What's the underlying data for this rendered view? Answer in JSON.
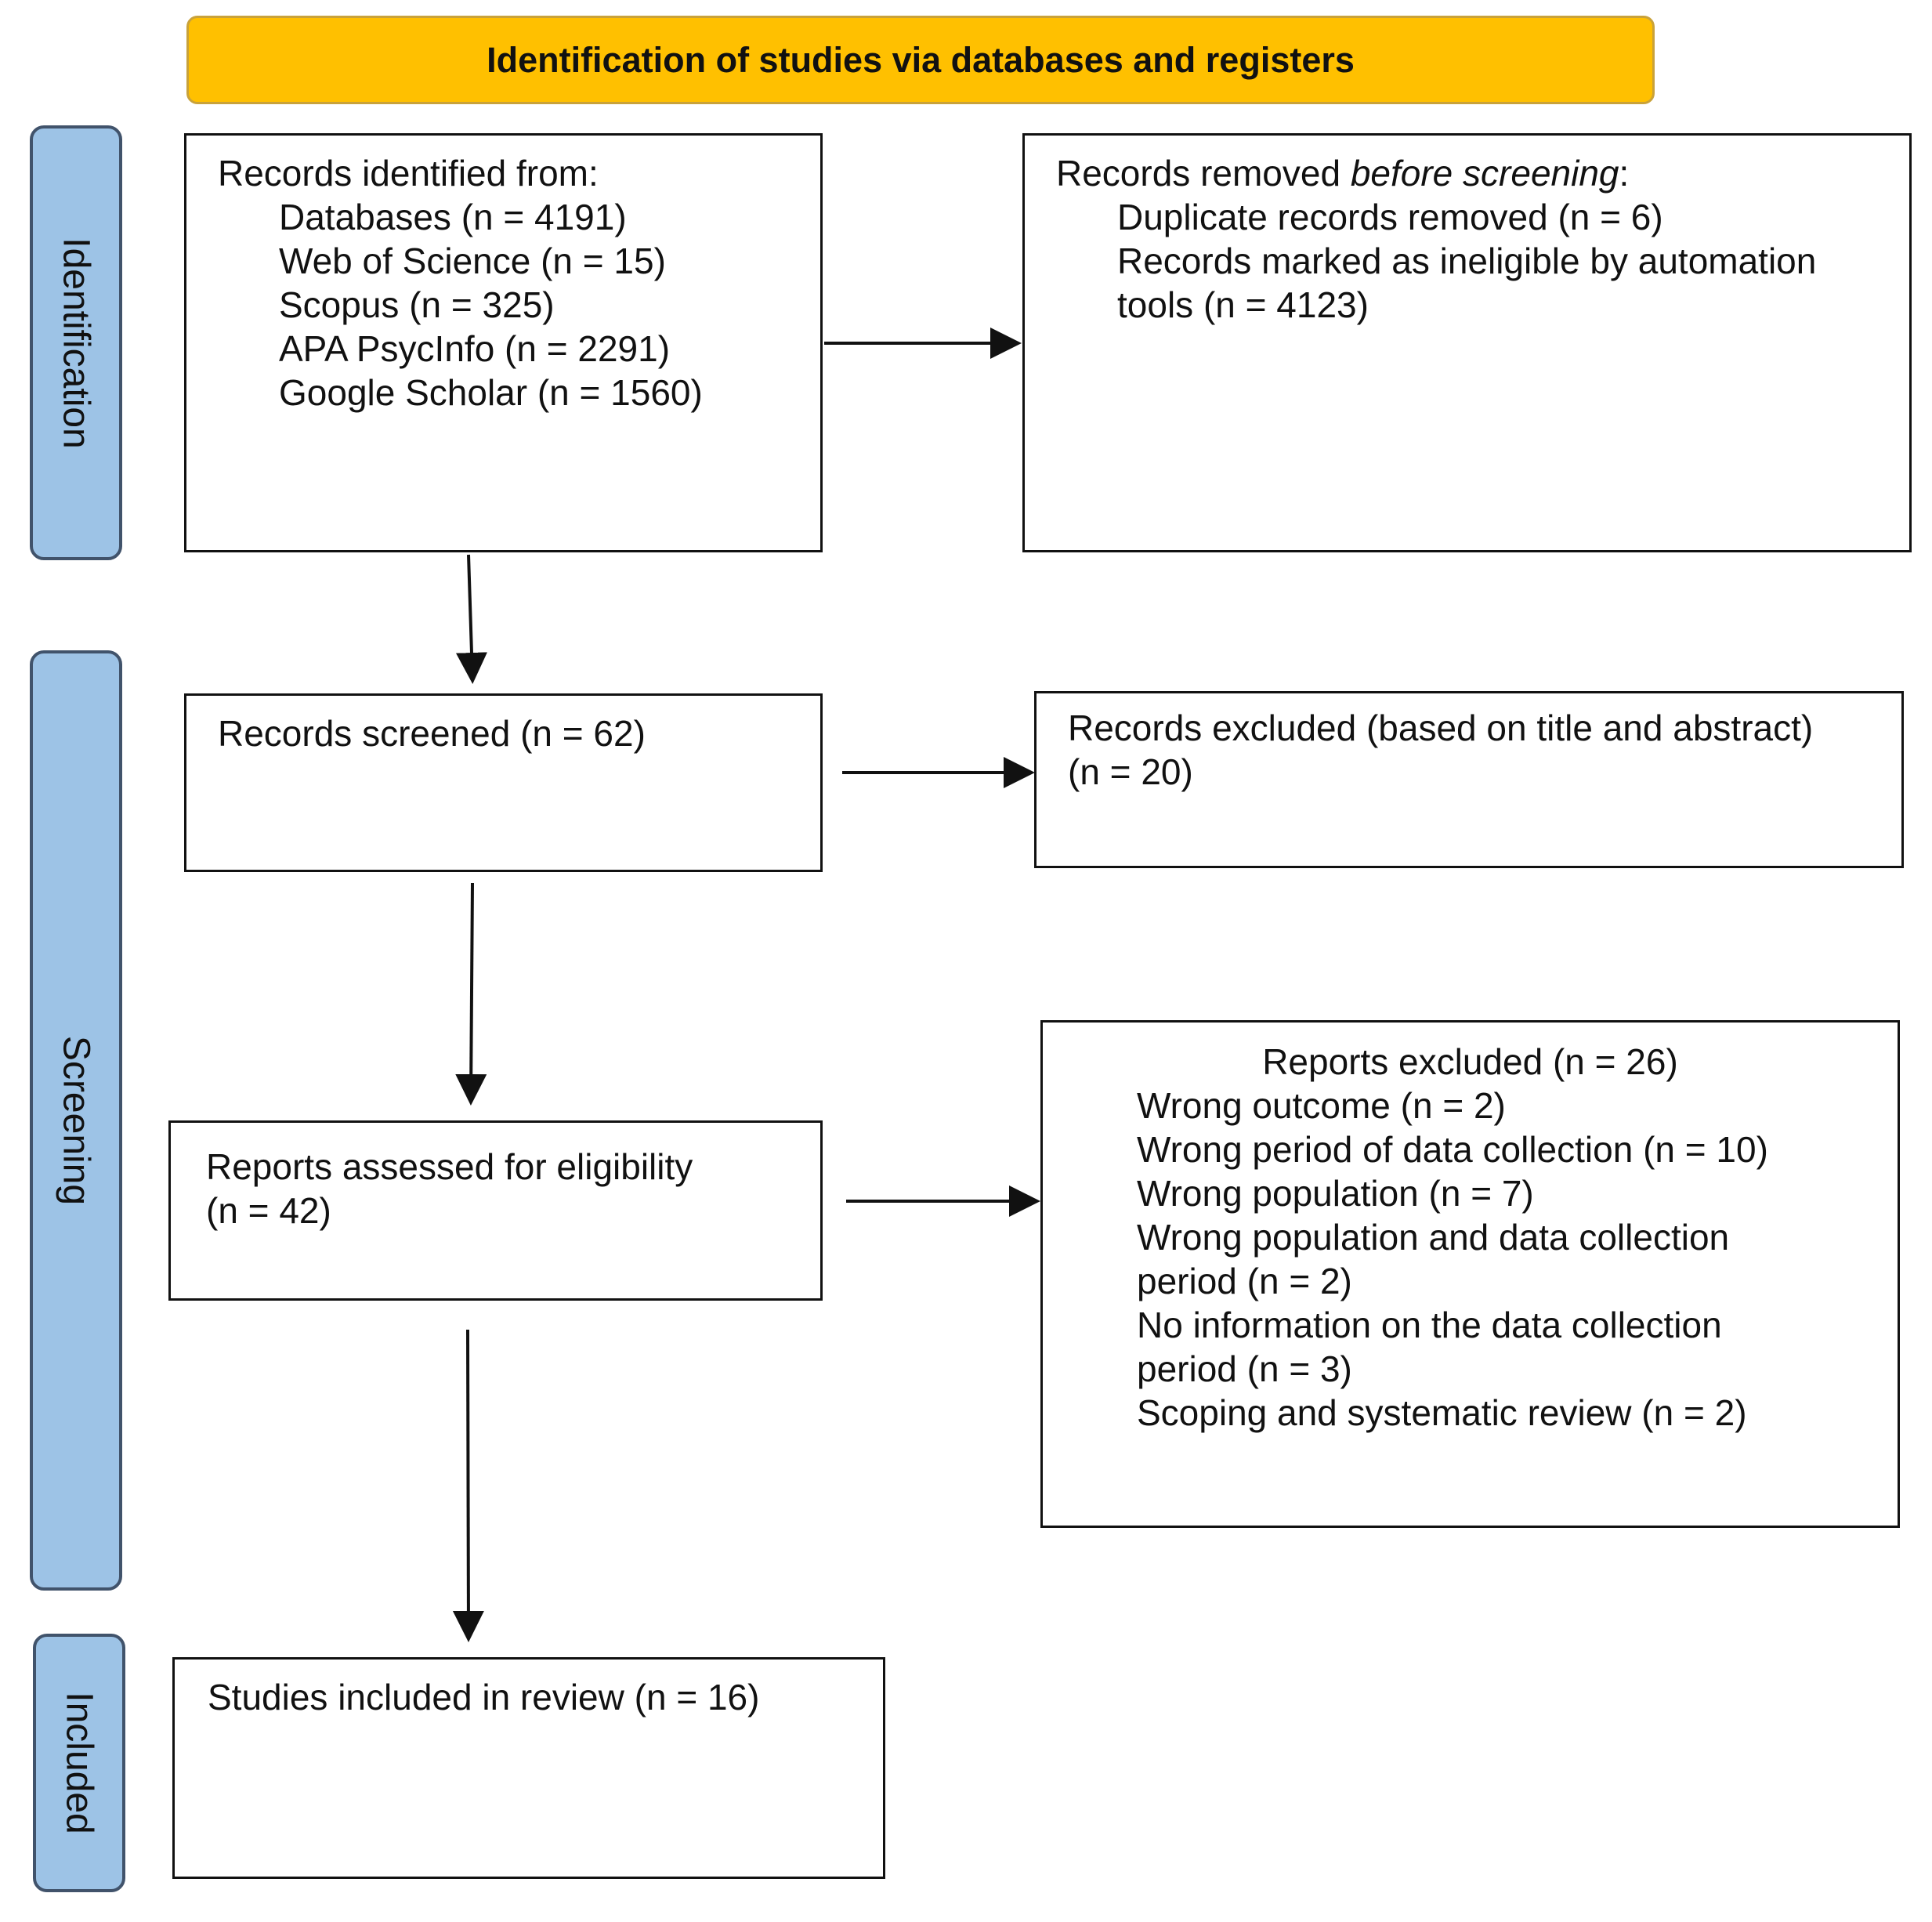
{
  "header": {
    "title": "Identification of studies via databases and registers"
  },
  "phases": {
    "identification": "Identification",
    "screening": "Screening",
    "included": "Included"
  },
  "identified": {
    "heading": "Records identified from:",
    "items": [
      "Databases (n = 4191)",
      "Web of Science (n = 15)",
      "Scopus (n = 325)",
      "APA PsycInfo (n = 2291)",
      "Google Scholar (n = 1560)"
    ]
  },
  "removed": {
    "heading_prefix": "Records removed ",
    "heading_italic": "before screening",
    "heading_suffix": ":",
    "items": [
      "Duplicate records removed (n = 6)",
      "Records marked as ineligible by automation",
      "tools (n = 4123)"
    ]
  },
  "screened": {
    "text": "Records screened (n = 62)"
  },
  "excluded_records": {
    "lines": [
      "Records excluded (based on title and abstract)",
      "(n = 20)"
    ]
  },
  "assessed": {
    "lines": [
      "Reports assessed for eligibility",
      "(n = 42)"
    ]
  },
  "reports_excluded": {
    "heading": "Reports excluded (n = 26)",
    "items": [
      "Wrong outcome (n = 2)",
      "Wrong period of data collection (n = 10)",
      "Wrong population (n = 7)",
      "Wrong population and data collection",
      "period (n = 2)",
      "No information on the data collection",
      "period (n = 3)",
      "Scoping and systematic review (n = 2)"
    ]
  },
  "included_box": {
    "text": "Studies included in review (n = 16)"
  },
  "colors": {
    "header_fill": "#FFC000",
    "phase_fill": "#9DC3E6",
    "phase_border": "#41536B",
    "box_border": "#111111"
  }
}
